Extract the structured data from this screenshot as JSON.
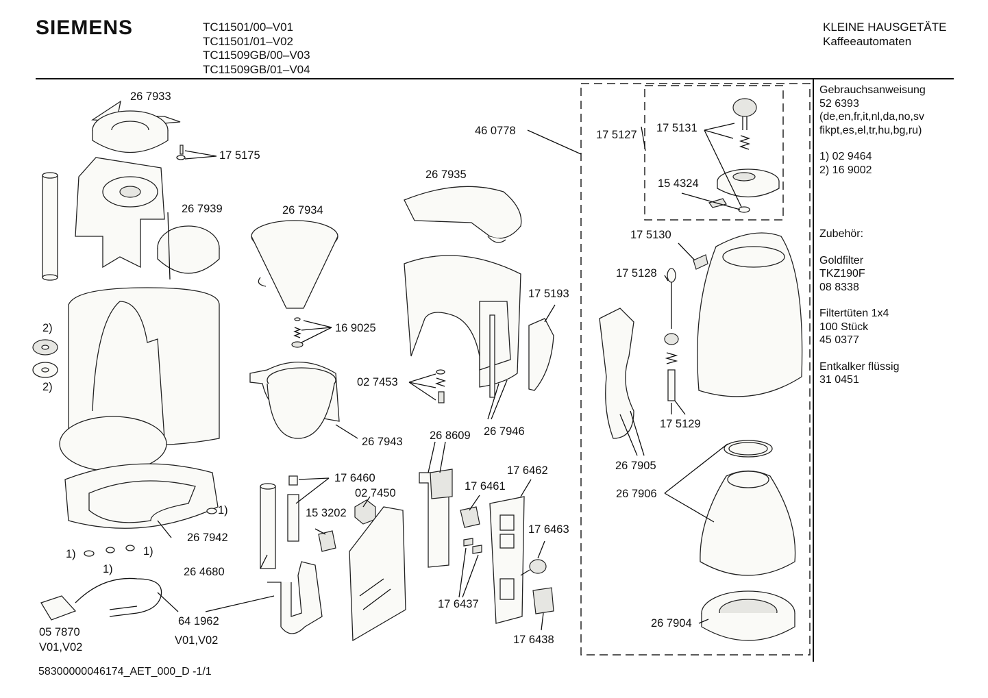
{
  "header": {
    "brand": "SIEMENS",
    "models": [
      "TC11501/00–V01",
      "TC11501/01–V02",
      "TC11509GB/00–V03",
      "TC11509GB/01–V04"
    ],
    "category": "KLEINE HAUSGETÄTE",
    "subcategory": "Kaffeeautomaten"
  },
  "sidebar": {
    "manual_title": "Gebrauchsanweisung",
    "manual_number": "52 6393",
    "manual_langs_1": "(de,en,fr,it,nl,da,no,sv",
    "manual_langs_2": "fikpt,es,el,tr,hu,bg,ru)",
    "note_1": "1)  02 9464",
    "note_2": "2)  16 9002",
    "accessories_title": "Zubehör:",
    "goldfilter_1": "Goldfilter",
    "goldfilter_2": "TKZ190F",
    "goldfilter_3": "08 8338",
    "filter_1": "Filtertüten 1x4",
    "filter_2": "100 Stück",
    "filter_3": "45 0377",
    "descaler_1": "Entkalker flüssig",
    "descaler_2": "31 0451"
  },
  "footer": {
    "doc_id": "58300000046174_AET_000_D   -1/1"
  },
  "labels": {
    "p267933": "26 7933",
    "p175175": "17 5175",
    "p267939": "26 7939",
    "p267934": "26 7934",
    "p267935": "26 7935",
    "p460778": "46 0778",
    "p175127": "17 5127",
    "p175131": "17 5131",
    "p154324": "15 4324",
    "p175130": "17 5130",
    "p175128": "17 5128",
    "p175193": "17 5193",
    "p169025": "16 9025",
    "p027453": "02 7453",
    "p267943": "26 7943",
    "p267946": "26 7946",
    "p268609": "26 8609",
    "p176462": "17 6462",
    "p176461": "17 6461",
    "p176460": "17 6460",
    "p027450": "02 7450",
    "p153202": "15 3202",
    "p267942": "26 7942",
    "p264680": "26 4680",
    "p641962": "64 1962",
    "p641962v": "V01,V02",
    "p057870": "05 7870",
    "p057870v": "V01,V02",
    "p176463": "17 6463",
    "p176437": "17 6437",
    "p176438": "17 6438",
    "p175129": "17 5129",
    "p267905": "26 7905",
    "p267906": "26 7906",
    "p267904": "26 7904",
    "n2a": "2)",
    "n2b": "2)",
    "n1a": "1)",
    "n1b": "1)",
    "n1c": "1)",
    "n1d": "1)"
  }
}
